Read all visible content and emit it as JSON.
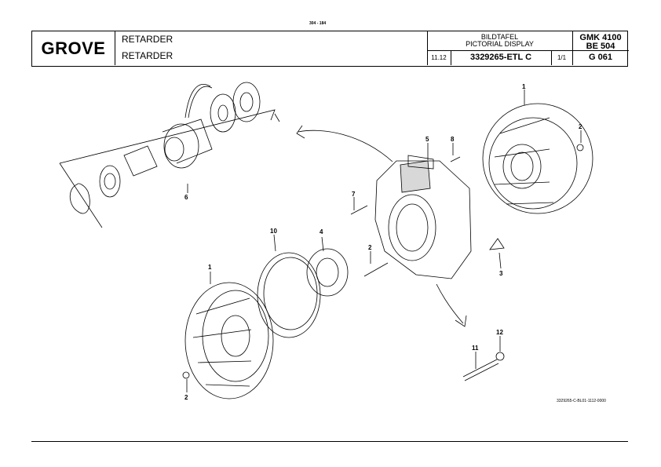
{
  "header": {
    "page_id": "304 - 184",
    "logo": "GROVE",
    "description_de": "RETARDER",
    "description_en": "RETARDER",
    "display_de": "BILDTAFEL",
    "display_en": "PICTORIAL DISPLAY",
    "date": "11.12",
    "part_number": "3329265-ETL C",
    "sheet": "1/1",
    "model_1": "GMK 4100",
    "model_2": "BE 504",
    "group": "G 061"
  },
  "drawing": {
    "callouts": [
      "1",
      "2",
      "5",
      "8",
      "7",
      "3",
      "10",
      "4",
      "2",
      "1",
      "2",
      "11",
      "12",
      "6"
    ],
    "reference_code": "3329265-C-BL01-1112-0000"
  }
}
